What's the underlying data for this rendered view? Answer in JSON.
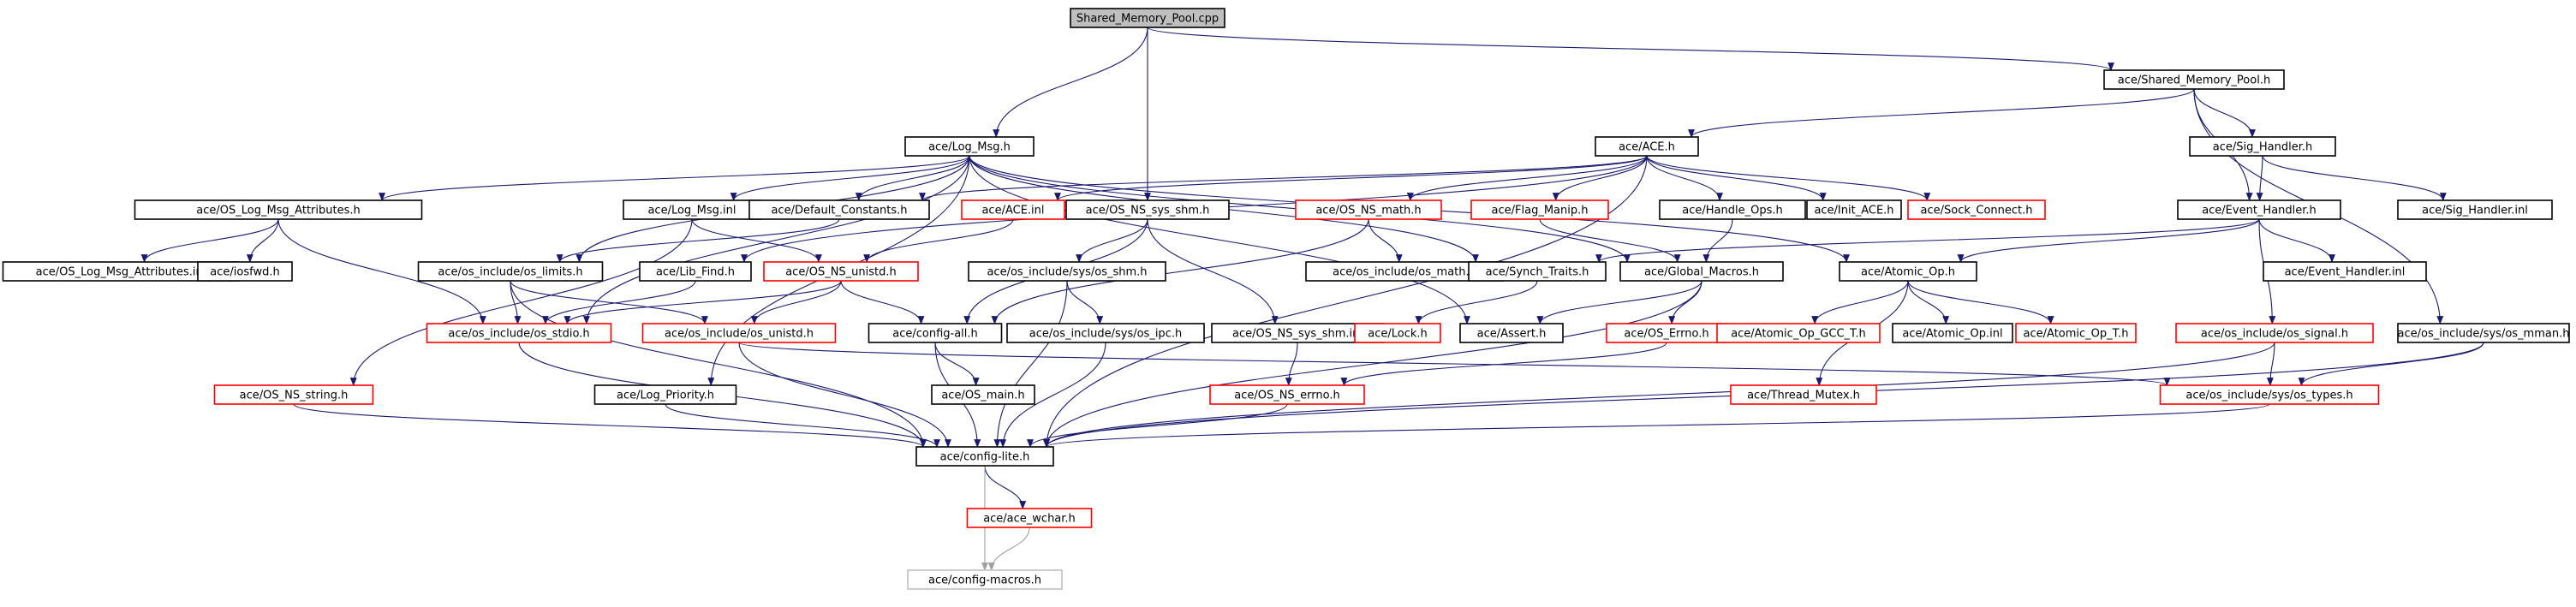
{
  "diagram": {
    "colors": {
      "edge": "#191970",
      "edge_gray": "#a0a0a0",
      "border_black": "#000000",
      "border_red": "#ff0000",
      "border_gray": "#bfbfbf",
      "root_fill": "#bfbfbf"
    },
    "nodes": {
      "root": {
        "label": "Shared_Memory_Pool.cpp",
        "style": "root"
      },
      "shared_memory_pool_h": {
        "label": "ace/Shared_Memory_Pool.h",
        "style": "black"
      },
      "log_msg_h": {
        "label": "ace/Log_Msg.h",
        "style": "black"
      },
      "os_ns_sys_shm_h": {
        "label": "ace/OS_NS_sys_shm.h",
        "style": "black"
      },
      "ace_h": {
        "label": "ace/ACE.h",
        "style": "black"
      },
      "sig_handler_h": {
        "label": "ace/Sig_Handler.h",
        "style": "black"
      },
      "os_log_msg_attributes_h": {
        "label": "ace/OS_Log_Msg_Attributes.h",
        "style": "black"
      },
      "log_msg_inl": {
        "label": "ace/Log_Msg.inl",
        "style": "black"
      },
      "default_constants_h": {
        "label": "ace/Default_Constants.h",
        "style": "black"
      },
      "ace_inl": {
        "label": "ace/ACE.inl",
        "style": "red"
      },
      "os_ns_math_h": {
        "label": "ace/OS_NS_math.h",
        "style": "red"
      },
      "flag_manip_h": {
        "label": "ace/Flag_Manip.h",
        "style": "red"
      },
      "handle_ops_h": {
        "label": "ace/Handle_Ops.h",
        "style": "black"
      },
      "init_ace_h": {
        "label": "ace/Init_ACE.h",
        "style": "black"
      },
      "sock_connect_h": {
        "label": "ace/Sock_Connect.h",
        "style": "red"
      },
      "event_handler_h": {
        "label": "ace/Event_Handler.h",
        "style": "black"
      },
      "sig_handler_inl": {
        "label": "ace/Sig_Handler.inl",
        "style": "black"
      },
      "os_log_msg_attributes_inl": {
        "label": "ace/OS_Log_Msg_Attributes.inl",
        "style": "black"
      },
      "iosfwd_h": {
        "label": "ace/iosfwd.h",
        "style": "black"
      },
      "os_limits_h": {
        "label": "ace/os_include/os_limits.h",
        "style": "black"
      },
      "lib_find_h": {
        "label": "ace/Lib_Find.h",
        "style": "black"
      },
      "os_ns_unistd_h": {
        "label": "ace/OS_NS_unistd.h",
        "style": "red"
      },
      "os_sys_shm_h": {
        "label": "ace/os_include/sys/os_shm.h",
        "style": "black"
      },
      "os_math_h": {
        "label": "ace/os_include/os_math.h",
        "style": "black"
      },
      "synch_traits_h": {
        "label": "ace/Synch_Traits.h",
        "style": "black"
      },
      "global_macros_h": {
        "label": "ace/Global_Macros.h",
        "style": "black"
      },
      "atomic_op_h": {
        "label": "ace/Atomic_Op.h",
        "style": "black"
      },
      "event_handler_inl": {
        "label": "ace/Event_Handler.inl",
        "style": "black"
      },
      "os_stdio_h": {
        "label": "ace/os_include/os_stdio.h",
        "style": "red"
      },
      "os_unistd_h": {
        "label": "ace/os_include/os_unistd.h",
        "style": "red"
      },
      "config_all_h": {
        "label": "ace/config-all.h",
        "style": "black"
      },
      "os_sys_ipc_h": {
        "label": "ace/os_include/sys/os_ipc.h",
        "style": "black"
      },
      "os_ns_sys_shm_inl": {
        "label": "ace/OS_NS_sys_shm.inl",
        "style": "black"
      },
      "lock_h": {
        "label": "ace/Lock.h",
        "style": "red"
      },
      "assert_h": {
        "label": "ace/Assert.h",
        "style": "black"
      },
      "os_errno_h": {
        "label": "ace/OS_Errno.h",
        "style": "red"
      },
      "atomic_op_gcc_t_h": {
        "label": "ace/Atomic_Op_GCC_T.h",
        "style": "red"
      },
      "atomic_op_inl": {
        "label": "ace/Atomic_Op.inl",
        "style": "black"
      },
      "atomic_op_t_h": {
        "label": "ace/Atomic_Op_T.h",
        "style": "red"
      },
      "os_signal_h": {
        "label": "ace/os_include/os_signal.h",
        "style": "red"
      },
      "os_sys_mman_h": {
        "label": "ace/os_include/sys/os_mman.h",
        "style": "black"
      },
      "os_ns_string_h": {
        "label": "ace/OS_NS_string.h",
        "style": "red"
      },
      "log_priority_h": {
        "label": "ace/Log_Priority.h",
        "style": "black"
      },
      "os_main_h": {
        "label": "ace/OS_main.h",
        "style": "black"
      },
      "os_ns_errno_h": {
        "label": "ace/OS_NS_errno.h",
        "style": "red"
      },
      "thread_mutex_h": {
        "label": "ace/Thread_Mutex.h",
        "style": "red"
      },
      "os_sys_types_h": {
        "label": "ace/os_include/sys/os_types.h",
        "style": "red"
      },
      "config_lite_h": {
        "label": "ace/config-lite.h",
        "style": "black"
      },
      "ace_wchar_h": {
        "label": "ace/ace_wchar.h",
        "style": "red"
      },
      "config_macros_h": {
        "label": "ace/config-macros.h",
        "style": "gray"
      }
    },
    "edges": [
      [
        "root",
        "log_msg_h"
      ],
      [
        "root",
        "os_ns_sys_shm_h"
      ],
      [
        "root",
        "shared_memory_pool_h"
      ],
      [
        "shared_memory_pool_h",
        "ace_h"
      ],
      [
        "shared_memory_pool_h",
        "sig_handler_h"
      ],
      [
        "shared_memory_pool_h",
        "event_handler_h"
      ],
      [
        "shared_memory_pool_h",
        "os_sys_mman_h"
      ],
      [
        "log_msg_h",
        "os_log_msg_attributes_h"
      ],
      [
        "log_msg_h",
        "log_msg_inl"
      ],
      [
        "log_msg_h",
        "default_constants_h"
      ],
      [
        "log_msg_h",
        "os_limits_h"
      ],
      [
        "log_msg_h",
        "log_priority_h"
      ],
      [
        "log_msg_h",
        "synch_traits_h"
      ],
      [
        "log_msg_h",
        "global_macros_h"
      ],
      [
        "log_msg_h",
        "assert_h"
      ],
      [
        "log_msg_h",
        "atomic_op_h"
      ],
      [
        "log_msg_h",
        "os_stdio_h"
      ],
      [
        "os_log_msg_attributes_h",
        "os_log_msg_attributes_inl"
      ],
      [
        "os_log_msg_attributes_h",
        "iosfwd_h"
      ],
      [
        "os_log_msg_attributes_h",
        "os_stdio_h"
      ],
      [
        "log_msg_inl",
        "os_ns_unistd_h"
      ],
      [
        "log_msg_inl",
        "os_ns_string_h"
      ],
      [
        "default_constants_h",
        "os_limits_h"
      ],
      [
        "os_ns_sys_shm_h",
        "os_sys_shm_h"
      ],
      [
        "os_ns_sys_shm_h",
        "os_ns_sys_shm_inl"
      ],
      [
        "os_ns_sys_shm_h",
        "config_all_h"
      ],
      [
        "ace_h",
        "ace_inl"
      ],
      [
        "ace_h",
        "os_ns_math_h"
      ],
      [
        "ace_h",
        "flag_manip_h"
      ],
      [
        "ace_h",
        "handle_ops_h"
      ],
      [
        "ace_h",
        "init_ace_h"
      ],
      [
        "ace_h",
        "sock_connect_h"
      ],
      [
        "ace_h",
        "lib_find_h"
      ],
      [
        "ace_h",
        "default_constants_h"
      ],
      [
        "ace_h",
        "config_lite_h"
      ],
      [
        "ace_inl",
        "os_ns_unistd_h"
      ],
      [
        "os_ns_math_h",
        "os_math_h"
      ],
      [
        "os_ns_math_h",
        "config_all_h"
      ],
      [
        "flag_manip_h",
        "global_macros_h"
      ],
      [
        "handle_ops_h",
        "global_macros_h"
      ],
      [
        "sig_handler_h",
        "event_handler_h"
      ],
      [
        "sig_handler_h",
        "sig_handler_inl"
      ],
      [
        "event_handler_h",
        "event_handler_inl"
      ],
      [
        "event_handler_h",
        "atomic_op_h"
      ],
      [
        "event_handler_h",
        "synch_traits_h"
      ],
      [
        "event_handler_h",
        "os_signal_h"
      ],
      [
        "lib_find_h",
        "os_stdio_h"
      ],
      [
        "os_ns_unistd_h",
        "os_unistd_h"
      ],
      [
        "os_ns_unistd_h",
        "config_all_h"
      ],
      [
        "os_ns_unistd_h",
        "os_stdio_h"
      ],
      [
        "os_limits_h",
        "os_unistd_h"
      ],
      [
        "os_limits_h",
        "os_stdio_h"
      ],
      [
        "os_limits_h",
        "config_lite_h"
      ],
      [
        "os_sys_shm_h",
        "os_sys_ipc_h"
      ],
      [
        "os_sys_shm_h",
        "config_lite_h"
      ],
      [
        "synch_traits_h",
        "lock_h"
      ],
      [
        "global_macros_h",
        "assert_h"
      ],
      [
        "global_macros_h",
        "os_errno_h"
      ],
      [
        "global_macros_h",
        "config_lite_h"
      ],
      [
        "atomic_op_h",
        "atomic_op_gcc_t_h"
      ],
      [
        "atomic_op_h",
        "atomic_op_inl"
      ],
      [
        "atomic_op_h",
        "atomic_op_t_h"
      ],
      [
        "atomic_op_h",
        "thread_mutex_h"
      ],
      [
        "os_stdio_h",
        "config_lite_h"
      ],
      [
        "os_unistd_h",
        "config_lite_h"
      ],
      [
        "os_unistd_h",
        "os_sys_types_h"
      ],
      [
        "config_all_h",
        "os_main_h"
      ],
      [
        "config_all_h",
        "config_lite_h"
      ],
      [
        "os_sys_ipc_h",
        "config_lite_h"
      ],
      [
        "os_ns_sys_shm_inl",
        "os_ns_errno_h"
      ],
      [
        "os_errno_h",
        "os_ns_errno_h"
      ],
      [
        "os_ns_errno_h",
        "config_lite_h"
      ],
      [
        "os_signal_h",
        "os_sys_types_h"
      ],
      [
        "os_signal_h",
        "config_lite_h"
      ],
      [
        "os_sys_mman_h",
        "os_sys_types_h"
      ],
      [
        "os_sys_mman_h",
        "config_lite_h"
      ],
      [
        "os_sys_types_h",
        "config_lite_h"
      ],
      [
        "os_ns_string_h",
        "config_lite_h"
      ],
      [
        "log_priority_h",
        "config_lite_h"
      ],
      [
        "config_lite_h",
        "ace_wchar_h"
      ],
      [
        "config_lite_h",
        "config_macros_h"
      ],
      [
        "ace_wchar_h",
        "config_macros_h"
      ]
    ]
  }
}
